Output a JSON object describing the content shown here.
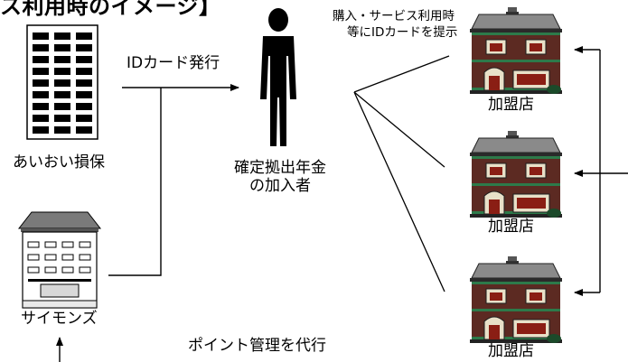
{
  "title": "ス利用時のイメージ】",
  "nodes": {
    "insurer": "あいおい損保",
    "saimons": "サイモンズ",
    "member_line1": "確定拠出年金",
    "member_line2": "の加入者",
    "store_1": "加盟店",
    "store_2": "加盟店",
    "store_3": "加盟店"
  },
  "edges": {
    "id_card_issue": "IDカード発行",
    "point_management": "ポイント管理を代行",
    "present_card_line1": "購入・サービス利用時",
    "present_card_line2": "等にIDカードを提示"
  },
  "icons": [
    "office-building-icon",
    "company-building-icon",
    "person-icon",
    "store-house-icon"
  ]
}
